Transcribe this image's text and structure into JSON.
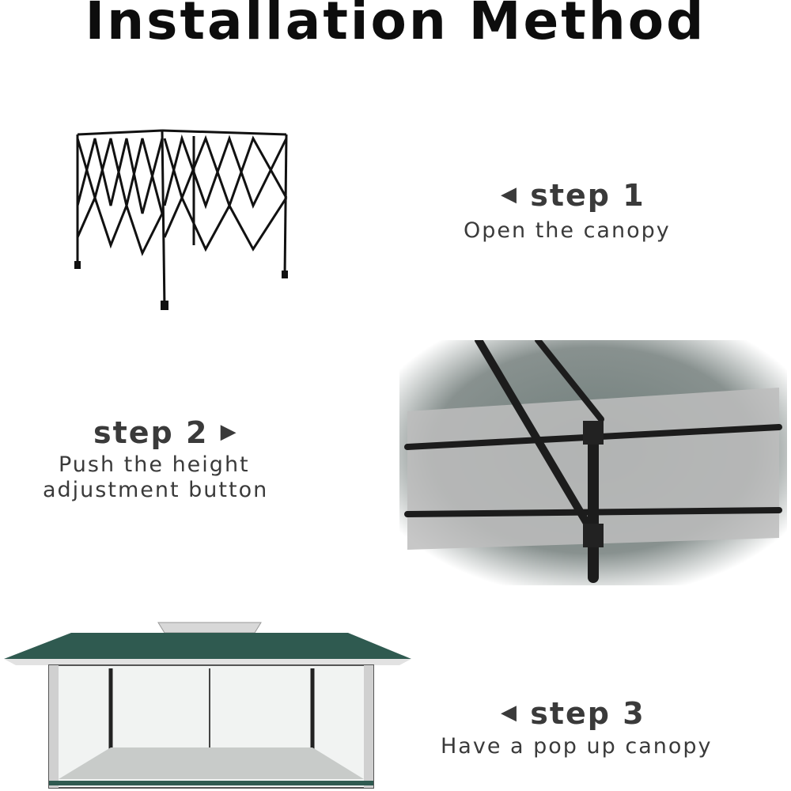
{
  "title": "Installation Method",
  "steps": [
    {
      "label": "step 1",
      "description": "Open the canopy",
      "arrow": "◀"
    },
    {
      "label": "step 2",
      "description_lines": [
        "Push the height",
        "adjustment button"
      ],
      "arrow": "▶"
    },
    {
      "label": "step 3",
      "description": "Have a pop up canopy",
      "arrow": "◀"
    }
  ],
  "colors": {
    "text": "#3a3a3a",
    "canopy_green": "#2f5a50",
    "frame": "#1a1a1a",
    "fabric_light": "#cfcfcf"
  }
}
